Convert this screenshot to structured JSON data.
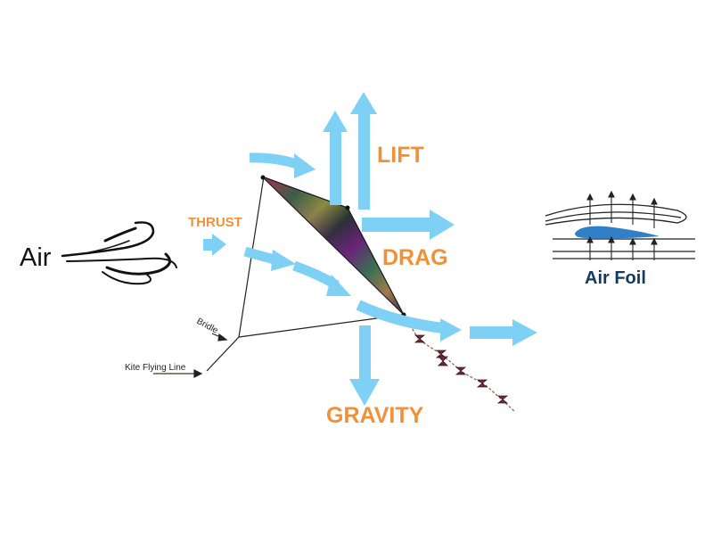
{
  "labels": {
    "air": "Air",
    "thrust": "THRUST",
    "lift": "LIFT",
    "drag": "DRAG",
    "gravity": "GRAVITY",
    "airfoil": "Air Foil",
    "bridle": "Bridle",
    "kite_flying_line": "Kite Flying Line"
  },
  "colors": {
    "arrow": "#7fd0f5",
    "force_label": "#f0913a",
    "airfoil_label": "#123a63",
    "airfoil_shape": "#2f80c8"
  },
  "icons": {
    "wind": "wind-swirl-icon",
    "kite": "kite-sail-icon",
    "airfoil": "airfoil-icon"
  }
}
